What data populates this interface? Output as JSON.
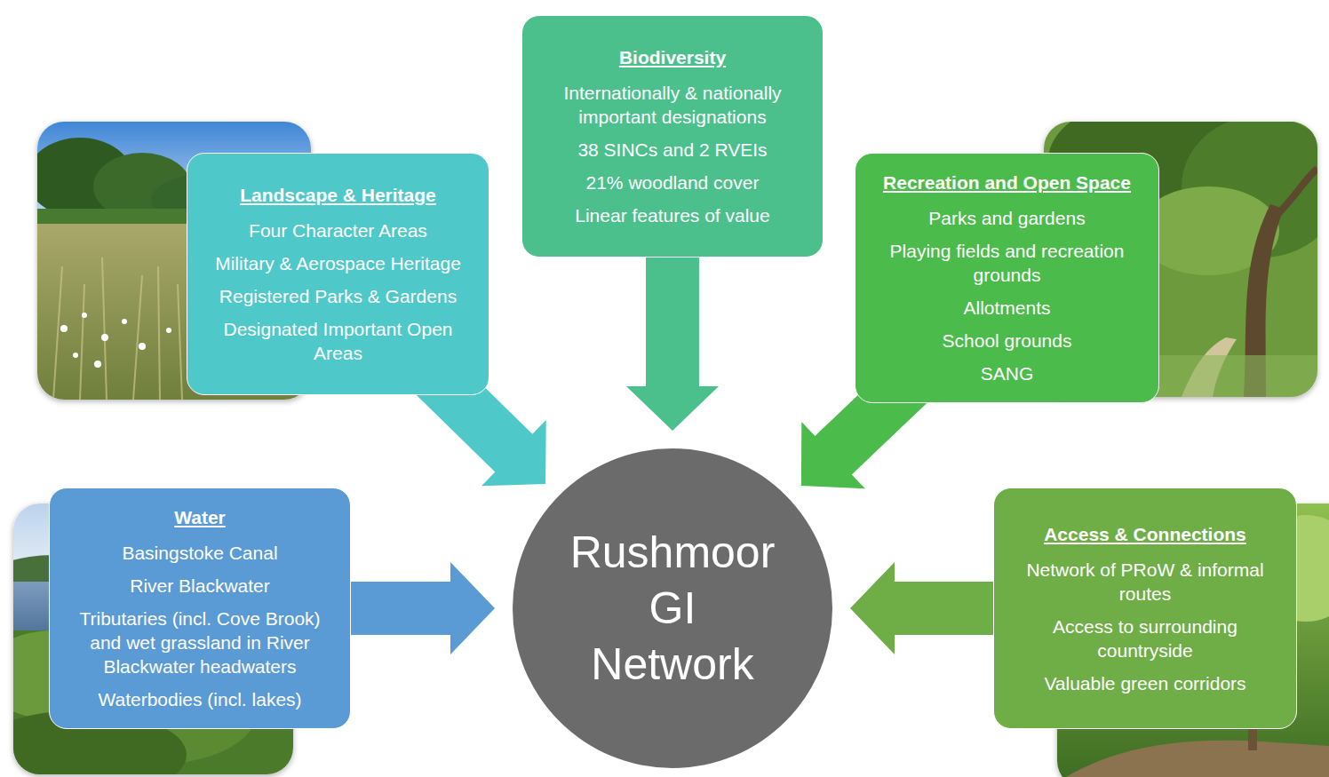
{
  "diagram": {
    "nodes": [
      {
        "text": [
          "Landscape & Heritage",
          "Four Character Areas",
          "Military & Aerospace Heritage",
          "Registered Parks & Gardens",
          "Designated Important Open Areas"
        ]
      },
      {
        "text": [
          "Biodiversity",
          "Internationally & nationally important designations",
          "38 SINCs and 2 RVEIs",
          "21% woodland cover",
          "Linear features of value"
        ]
      },
      {
        "text": [
          "Recreation and Open Space",
          "Parks and gardens",
          "Playing fields and recreation grounds",
          "Allotments",
          "School grounds",
          "SANG"
        ]
      },
      {
        "text": [
          "Water",
          "Basingstoke Canal",
          "River Blackwater",
          "Tributaries (incl. Cove Brook) and wet grassland in River Blackwater headwaters",
          "Waterbodies (incl. lakes)"
        ]
      },
      {
        "text": [
          "Rushmoor GI Network"
        ]
      },
      {
        "text": [
          "Access & Connections",
          "Network of PRoW & informal routes",
          "Access to surrounding countryside",
          "Valuable green corridors"
        ]
      }
    ],
    "edges": [
      {
        "from": 0,
        "to": 4,
        "arrow": "to"
      },
      {
        "from": 1,
        "to": 4,
        "arrow": "to"
      },
      {
        "from": 2,
        "to": 4,
        "arrow": "to"
      },
      {
        "from": 3,
        "to": 4,
        "arrow": "to"
      },
      {
        "from": 5,
        "to": 4,
        "arrow": "to"
      }
    ]
  }
}
